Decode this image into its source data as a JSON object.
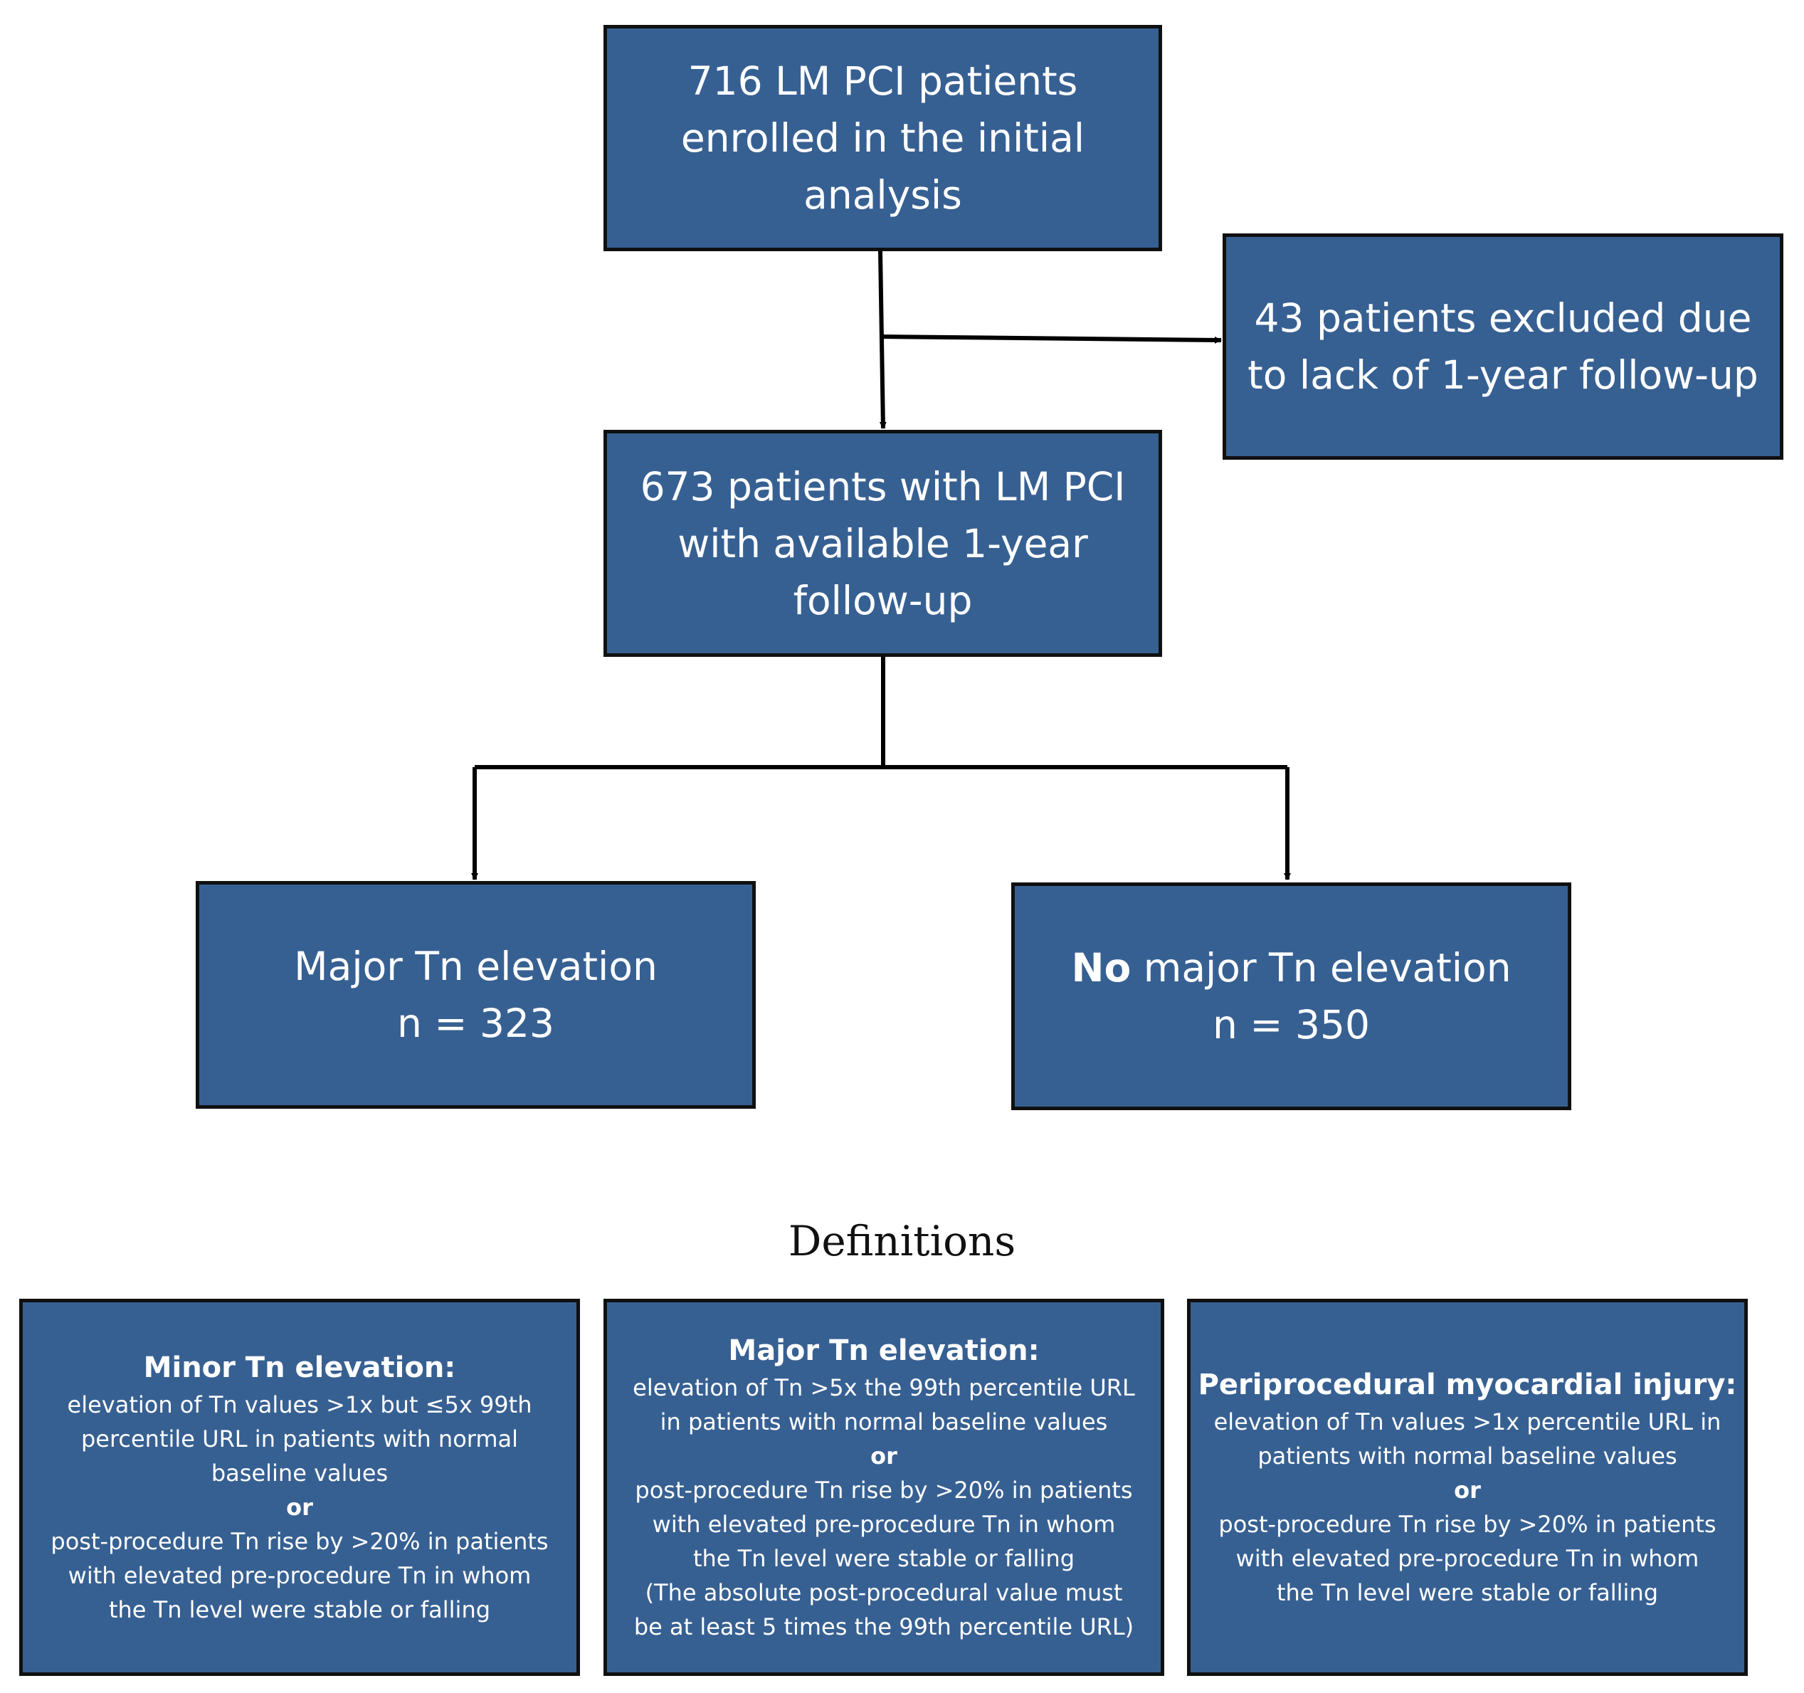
{
  "flow": {
    "enrolled": [
      "716 LM PCI patients",
      "enrolled in the initial",
      "analysis"
    ],
    "excluded": [
      "43 patients excluded due",
      "to lack of 1-year follow-up"
    ],
    "available": [
      "673 patients with LM PCI",
      "with available 1-year",
      "follow-up"
    ],
    "major": [
      "Major Tn elevation",
      "n = 323"
    ],
    "no_major": {
      "bold": "No",
      "rest": " major Tn elevation",
      "n": "n = 350"
    }
  },
  "definitions_heading": "Definitions",
  "definitions": {
    "minor": {
      "title": "Minor Tn elevation:",
      "lines_a": [
        "elevation of Tn values >1x but ≤5x 99th",
        "percentile URL in patients with normal",
        "baseline values"
      ],
      "or": "or",
      "lines_b": [
        "post-procedure Tn rise by >20% in patients",
        "with elevated pre-procedure Tn in whom",
        "the Tn level were stable or falling"
      ]
    },
    "major": {
      "title": "Major Tn elevation:",
      "lines_a": [
        "elevation of Tn >5x the 99th percentile URL",
        "in patients with normal baseline values"
      ],
      "or": "or",
      "lines_b": [
        "post-procedure Tn rise by >20% in patients",
        "with elevated pre-procedure Tn in whom",
        "the Tn level were stable or falling",
        "(The absolute post-procedural value must",
        "be at least 5 times the 99th percentile URL)"
      ]
    },
    "pmi": {
      "title": "Periprocedural myocardial injury:",
      "lines_a": [
        "elevation of Tn values >1x percentile URL in",
        "patients with normal baseline values"
      ],
      "or": "or",
      "lines_b": [
        "post-procedure Tn rise by >20% in patients",
        "with elevated pre-procedure Tn in whom",
        "the Tn level were stable or falling"
      ]
    }
  }
}
